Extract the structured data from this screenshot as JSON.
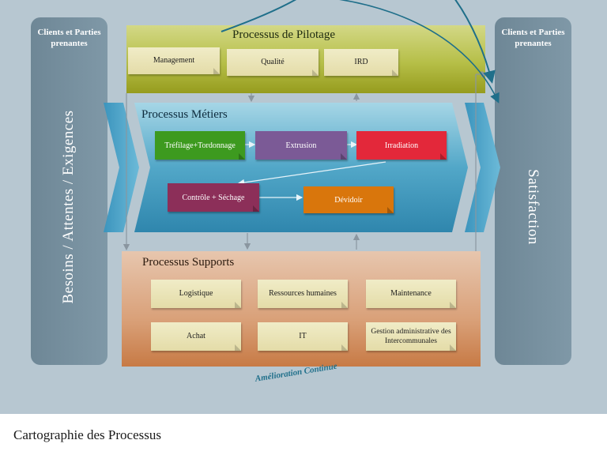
{
  "stakeholders": {
    "left_header": "Clients et Parties prenantes",
    "left_vertical": "Besoins / Attentes / Exigences",
    "right_header": "Clients et Parties prenantes",
    "right_vertical": "Satisfaction"
  },
  "pilotage": {
    "title": "Processus de Pilotage",
    "items": [
      "Management",
      "Qualité",
      "IRD"
    ]
  },
  "metiers": {
    "title": "Processus Métiers",
    "items": [
      {
        "label": "Tréfilage+Tordonnage",
        "color": "#3d9a1f"
      },
      {
        "label": "Extrusion",
        "color": "#7b5a96"
      },
      {
        "label": "Irradiation",
        "color": "#e3283a"
      },
      {
        "label": "Contrôle + Séchage",
        "color": "#8c2f59"
      },
      {
        "label": "Dévidoir",
        "color": "#d9760c"
      }
    ]
  },
  "supports": {
    "title": "Processus Supports",
    "items": [
      "Logistique",
      "Ressources humaines",
      "Maintenance",
      "Achat",
      "IT",
      "Gestion administrative des Intercommunales"
    ]
  },
  "loop_label": "Amélioration Continue",
  "caption": "Cartographie des Processus"
}
